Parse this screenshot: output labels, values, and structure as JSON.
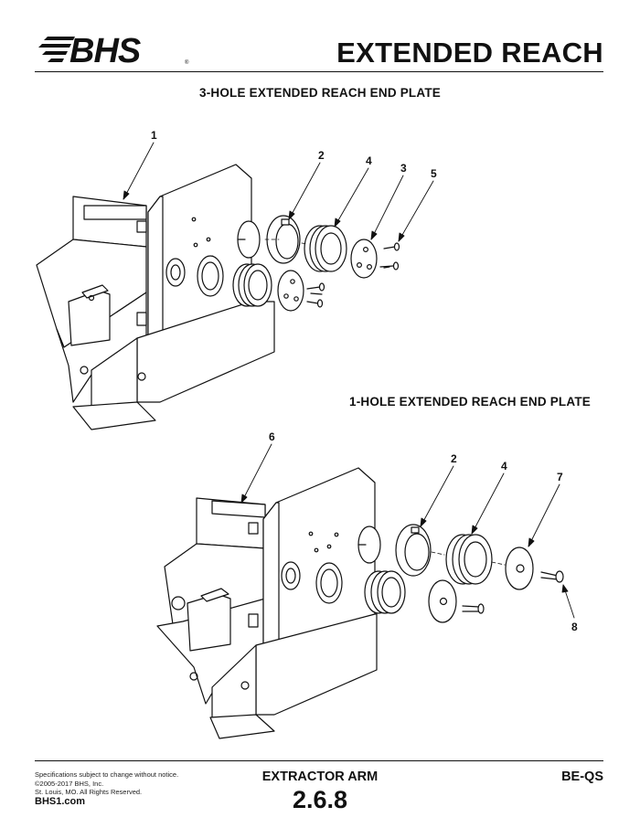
{
  "header": {
    "logo_text": "BHS",
    "title": "EXTENDED REACH"
  },
  "diagram_top": {
    "heading": "3-HOLE EXTENDED REACH END PLATE",
    "callouts": [
      "1",
      "2",
      "4",
      "3",
      "5"
    ]
  },
  "diagram_bottom": {
    "heading": "1-HOLE EXTENDED REACH END PLATE",
    "callouts": [
      "6",
      "2",
      "4",
      "7",
      "8"
    ]
  },
  "footer": {
    "notice_lines": [
      "Specifications subject to change without notice.",
      "©2005-2017 BHS, Inc.",
      "St. Louis, MO.  All Rights Reserved."
    ],
    "url": "BHS1.com",
    "product": "EXTRACTOR ARM",
    "page": "2.6.8",
    "code": "BE-QS"
  }
}
